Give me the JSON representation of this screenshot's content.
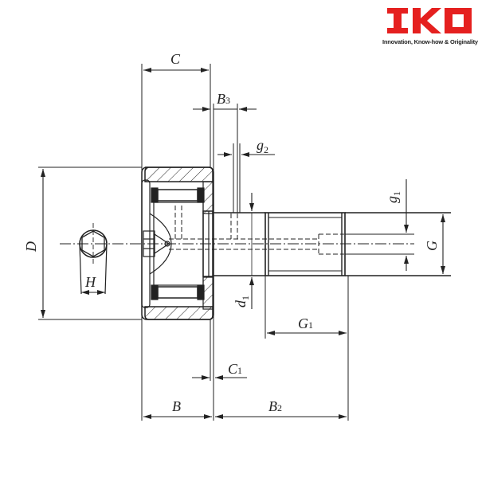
{
  "logo": {
    "brand": "IKO",
    "tagline": "Innovation, Know-how & Originality",
    "color": "#e5201f"
  },
  "drawing": {
    "title": "Cam follower with hexagon socket — dimension drawing",
    "labels": {
      "C": "C",
      "B3": "B",
      "B3_sub": "3",
      "g2": "g",
      "g2_sub": "2",
      "g1": "g",
      "g1_sub": "1",
      "D": "D",
      "H": "H",
      "d1": "d",
      "d1_sub": "1",
      "G": "G",
      "G1": "G",
      "G1_sub": "1",
      "C1": "C",
      "C1_sub": "1",
      "B": "B",
      "B2": "B",
      "B2_sub": "2"
    },
    "line_color": "#222222"
  }
}
